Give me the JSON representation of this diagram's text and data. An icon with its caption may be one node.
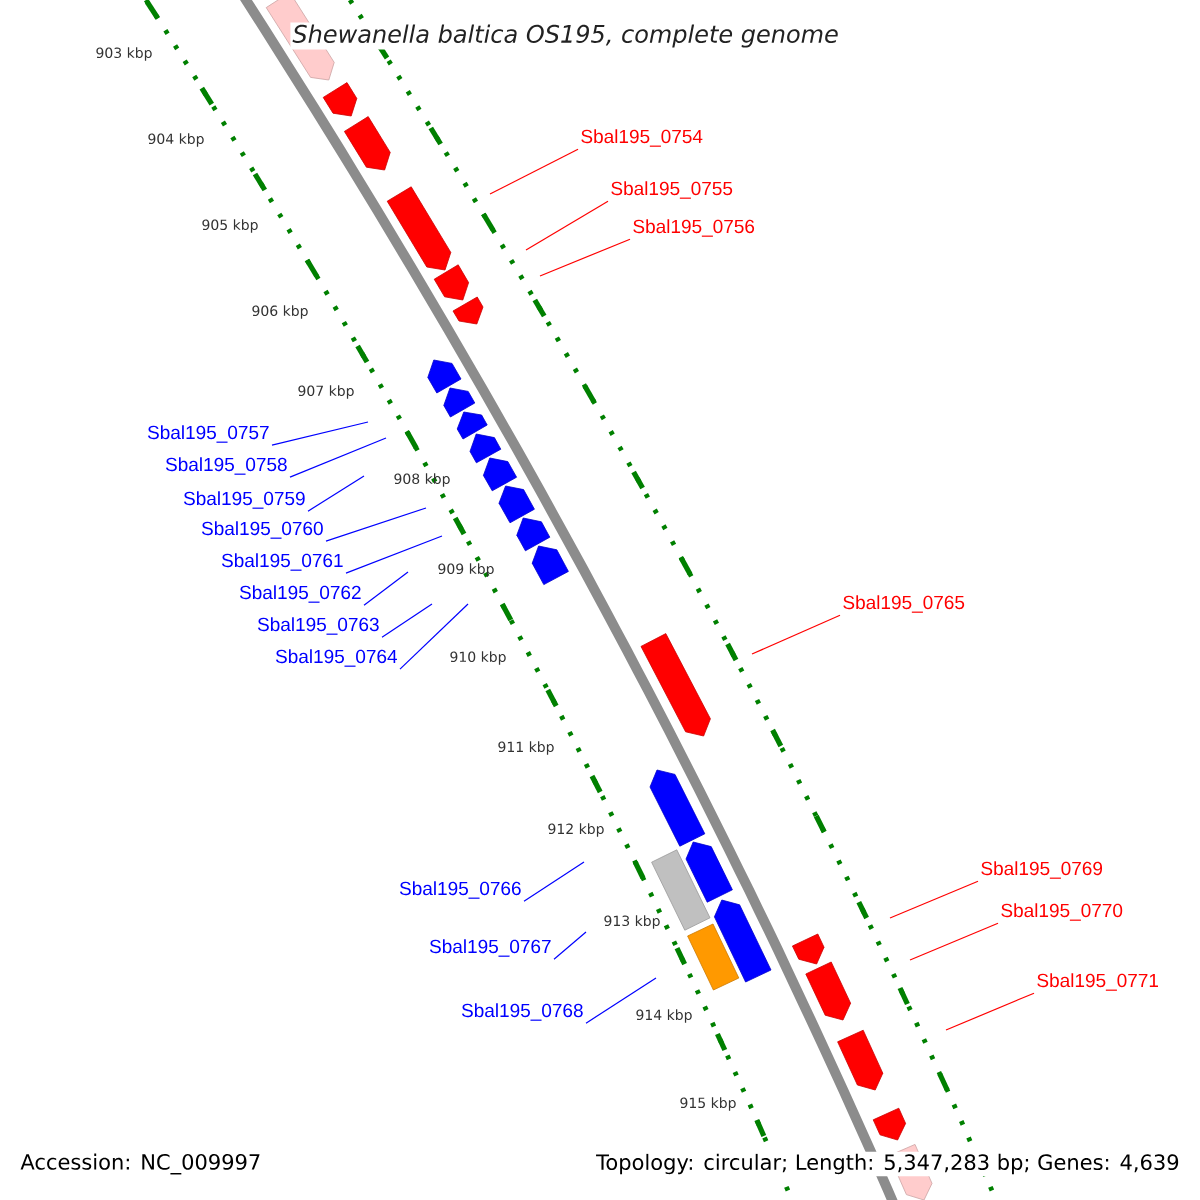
{
  "diagram": {
    "title": "Shewanella baltica OS195, complete genome",
    "nodes": [
      {
        "text": [
          "Sbal195_0754"
        ]
      },
      {
        "text": [
          "Sbal195_0755"
        ]
      },
      {
        "text": [
          "Sbal195_0756"
        ]
      },
      {
        "text": [
          "Sbal195_0757"
        ]
      },
      {
        "text": [
          "Sbal195_0758"
        ]
      },
      {
        "text": [
          "Sbal195_0759"
        ]
      },
      {
        "text": [
          "Sbal195_0760"
        ]
      },
      {
        "text": [
          "Sbal195_0761"
        ]
      },
      {
        "text": [
          "Sbal195_0762"
        ]
      },
      {
        "text": [
          "Sbal195_0763"
        ]
      },
      {
        "text": [
          "Sbal195_0764"
        ]
      },
      {
        "text": [
          "Sbal195_0765"
        ]
      },
      {
        "text": [
          "Sbal195_0766"
        ]
      },
      {
        "text": [
          "Sbal195_0767"
        ]
      },
      {
        "text": [
          "Sbal195_0768"
        ]
      },
      {
        "text": [
          "Sbal195_0769"
        ]
      },
      {
        "text": [
          "Sbal195_0770"
        ]
      },
      {
        "text": [
          "Sbal195_0771"
        ]
      }
    ],
    "edges": [
      {
        "from": 0,
        "to": null,
        "arrow": "none",
        "color": "#ff0000"
      },
      {
        "from": 1,
        "to": null,
        "arrow": "none",
        "color": "#ff0000"
      },
      {
        "from": 2,
        "to": null,
        "arrow": "none",
        "color": "#ff0000"
      },
      {
        "from": 3,
        "to": null,
        "arrow": "none",
        "color": "#0000ff"
      },
      {
        "from": 4,
        "to": null,
        "arrow": "none",
        "color": "#0000ff"
      },
      {
        "from": 5,
        "to": null,
        "arrow": "none",
        "color": "#0000ff"
      },
      {
        "from": 6,
        "to": null,
        "arrow": "none",
        "color": "#0000ff"
      },
      {
        "from": 7,
        "to": null,
        "arrow": "none",
        "color": "#0000ff"
      },
      {
        "from": 8,
        "to": null,
        "arrow": "none",
        "color": "#0000ff"
      },
      {
        "from": 9,
        "to": null,
        "arrow": "none",
        "color": "#0000ff"
      },
      {
        "from": 10,
        "to": null,
        "arrow": "none",
        "color": "#0000ff"
      },
      {
        "from": 11,
        "to": null,
        "arrow": "none",
        "color": "#ff0000"
      },
      {
        "from": 12,
        "to": null,
        "arrow": "none",
        "color": "#0000ff"
      },
      {
        "from": 13,
        "to": null,
        "arrow": "none",
        "color": "#0000ff"
      },
      {
        "from": 14,
        "to": null,
        "arrow": "none",
        "color": "#0000ff"
      },
      {
        "from": 15,
        "to": null,
        "arrow": "none",
        "color": "#ff0000"
      },
      {
        "from": 16,
        "to": null,
        "arrow": "none",
        "color": "#ff0000"
      },
      {
        "from": 17,
        "to": null,
        "arrow": "none",
        "color": "#ff0000"
      }
    ],
    "labels": [
      "903 kbp",
      "904 kbp",
      "905 kbp",
      "906 kbp",
      "907 kbp",
      "908 kbp",
      "909 kbp",
      "910 kbp",
      "911 kbp",
      "912 kbp",
      "913 kbp",
      "914 kbp",
      "915 kbp",
      "Accession: NC_009997",
      "Topology: circular; Length: 5,347,283 bp; Genes: 4,639"
    ]
  }
}
